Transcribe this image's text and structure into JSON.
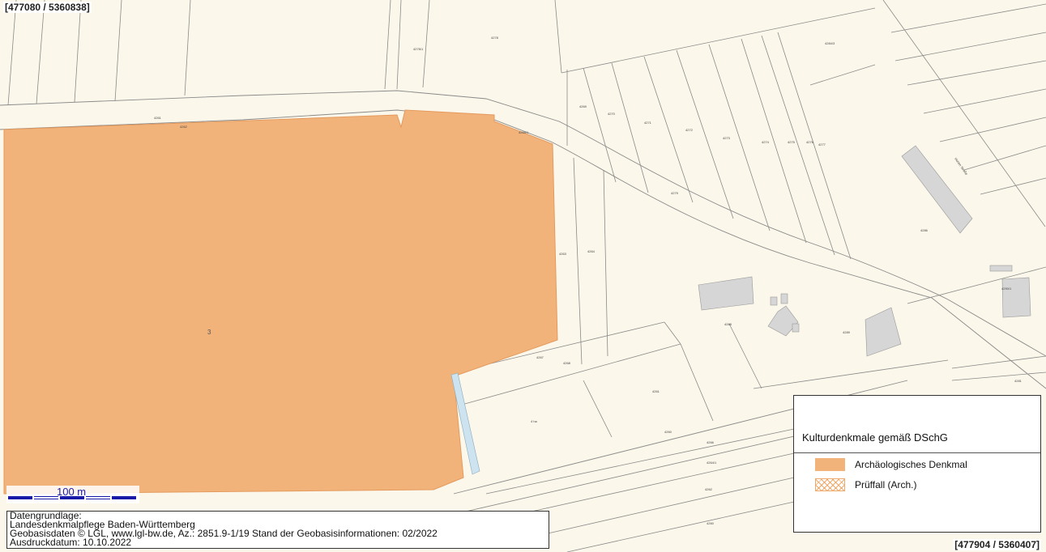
{
  "coordinates": {
    "top_left": "[477080 / 5360838]",
    "bottom_right": "[477904 / 5360407]"
  },
  "legend": {
    "title": "Kulturdenkmale gemäß DSchG",
    "items": [
      {
        "label": "Archäologisches Denkmal",
        "color": "#f2b37a",
        "pattern": "solid"
      },
      {
        "label": "Prüffall (Arch.)",
        "color": "#f0a868",
        "pattern": "crosshatch"
      }
    ]
  },
  "scale": {
    "label": "100 m",
    "color": "#1a1aa8"
  },
  "credits": {
    "line1": "Datengrundlage:",
    "line2": "Landesdenkmalpflege Baden-Württemberg",
    "line3": "Geobasisdaten © LGL, www.lgl-bw.de, Az.: 2851.9-1/19 Stand der Geobasisinformationen: 02/2022",
    "line4": "Ausdruckdatum: 10.10.2022"
  },
  "map": {
    "monument_marker": "3",
    "colors": {
      "background": "#fbf7ea",
      "monument": "#f2b37a",
      "building": "#d6d6d6",
      "water": "#cde3ef",
      "parcel_line": "#8a8a8a"
    }
  }
}
